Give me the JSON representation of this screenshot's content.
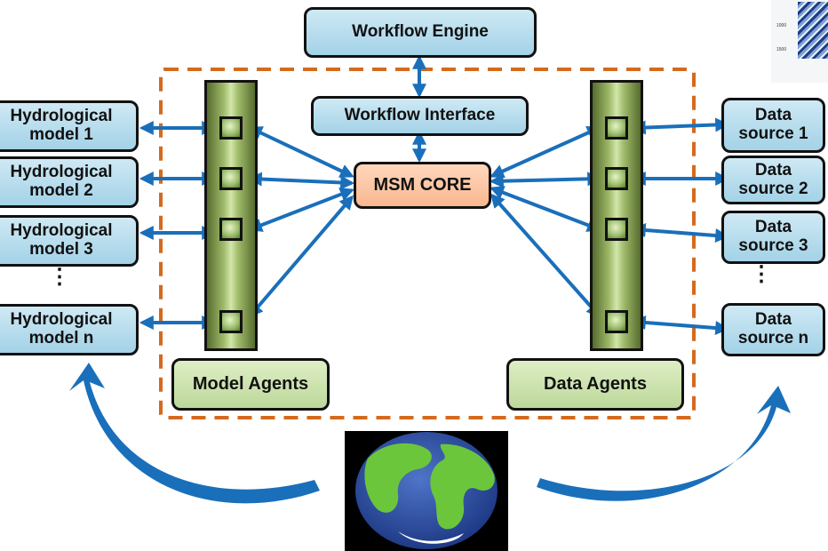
{
  "top": {
    "workflow_engine": "Workflow Engine",
    "workflow_interface": "Workflow Interface",
    "core": "MSM CORE"
  },
  "model_side": {
    "models": [
      "Hydrological\nmodel 1",
      "Hydrological\nmodel 2",
      "Hydrological\nmodel 3",
      "Hydrological\nmodel n"
    ],
    "ellipsis": "⋮",
    "agents_label": "Model Agents"
  },
  "data_side": {
    "sources": [
      "Data\nsource 1",
      "Data\nsource 2",
      "Data\nsource 3",
      "Data\nsource n"
    ],
    "ellipsis": "⋮",
    "agents_label": "Data Agents"
  },
  "thumbnail": {
    "ticks": [
      "1000",
      "1500"
    ]
  },
  "colors": {
    "arrow": "#1a6fba",
    "dashed_border": "#d46a1e",
    "box_blue": "#b8deef",
    "box_green": "#cfe3ae",
    "box_core": "#fbc8a4",
    "globe_ocean": "#2e4fa3",
    "globe_land": "#6bc63c"
  },
  "icons": {
    "globe": "earth-globe-icon",
    "agent_port": "agent-port-icon",
    "thumbnail": "map-thumbnail"
  }
}
